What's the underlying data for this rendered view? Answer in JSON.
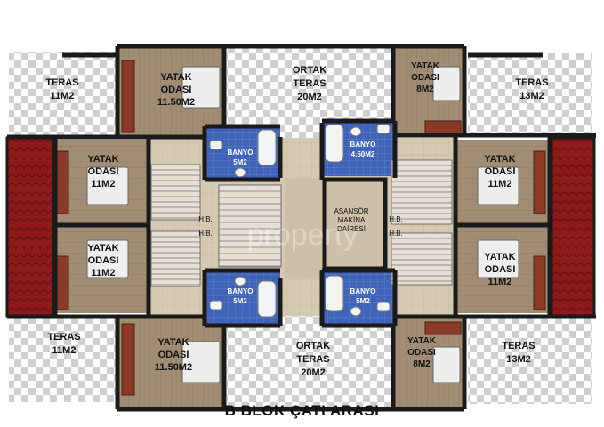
{
  "title": "B BLOK ÇATI ARASI",
  "watermark": "property",
  "rooms": {
    "teras_tl": [
      "TERAS",
      "11M2"
    ],
    "yatak_tl": [
      "YATAK",
      "ODASI",
      "11.50M2"
    ],
    "ortak_top": [
      "ORTAK",
      "TERAS",
      "20M2"
    ],
    "yatak_tr": [
      "YATAK",
      "ODASI",
      "8M2"
    ],
    "teras_tr": [
      "TERAS",
      "13M2"
    ],
    "yatak_ml1": [
      "YATAK",
      "ODASI",
      "11M2"
    ],
    "yatak_ml2": [
      "YATAK",
      "ODASI",
      "11M2"
    ],
    "yatak_mr1": [
      "YATAK",
      "ODASI",
      "11M2"
    ],
    "yatak_mr2": [
      "YATAK",
      "ODASI",
      "11M2"
    ],
    "banyo_tl": [
      "BANYO",
      "5M2"
    ],
    "banyo_tr": [
      "BANYO",
      "4.50M2"
    ],
    "banyo_bl": [
      "BANYO",
      "5M2"
    ],
    "banyo_br": [
      "BANYO",
      "5M2"
    ],
    "asansor": [
      "ASANSÖR",
      "MAKİNA",
      "DAİRESİ"
    ],
    "hb_l1": "H.B.",
    "hb_l2": "H.B.",
    "hb_r1": "H.B.",
    "hb_r2": "H.B.",
    "teras_bl": [
      "TERAS",
      "11M2"
    ],
    "yatak_bl": [
      "YATAK",
      "ODASI",
      "11.50M2"
    ],
    "ortak_bot": [
      "ORTAK",
      "TERAS",
      "20M2"
    ],
    "yatak_br": [
      "YATAK",
      "ODASI",
      "8M2"
    ],
    "teras_br": [
      "TERAS",
      "13M2"
    ]
  },
  "colors": {
    "wall": "#1a1a1a",
    "wood_floor": "#a08d74",
    "tile_floor": "#d6c9b4",
    "bath_tile": "#3f63b8",
    "roof": "#8e1b1b",
    "terrace_check": "#cfcfcf",
    "wardrobe": "#8a3a26"
  }
}
